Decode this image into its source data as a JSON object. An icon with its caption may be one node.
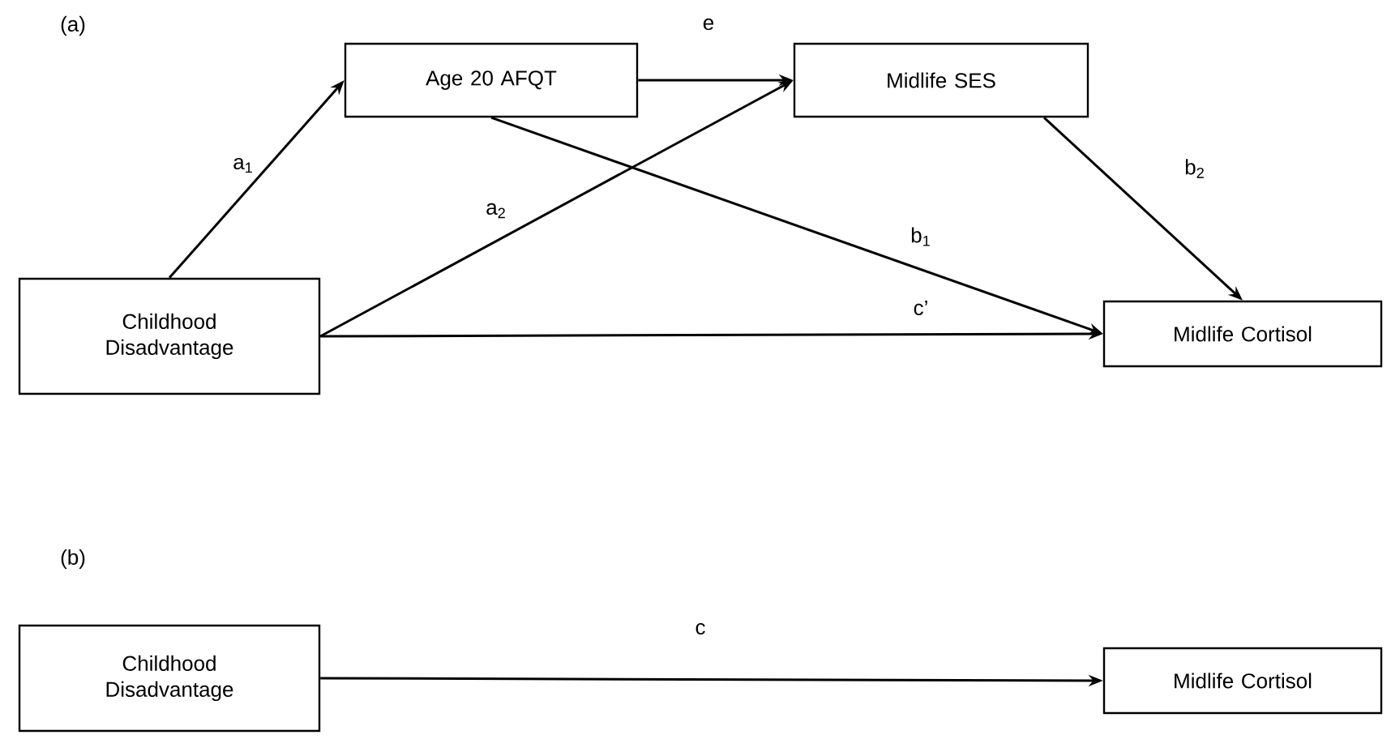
{
  "diagram": {
    "nodes": [
      {
        "text": [
          "Childhood Disadvantage"
        ]
      },
      {
        "text": [
          "Age 20 AFQT"
        ]
      },
      {
        "text": [
          "Midlife SES"
        ]
      },
      {
        "text": [
          "Midlife Cortisol"
        ]
      },
      {
        "text": [
          "Childhood Disadvantage"
        ]
      },
      {
        "text": [
          "Midlife Cortisol"
        ]
      }
    ],
    "edges": [
      {
        "from": 0,
        "to": 1,
        "arrow": "to",
        "label": "a$_{1}$"
      },
      {
        "from": 0,
        "to": 2,
        "arrow": "to",
        "label": "a$_{2}$"
      },
      {
        "from": 0,
        "to": 3,
        "arrow": "to",
        "label": "c’"
      },
      {
        "from": 1,
        "to": 2,
        "arrow": "to",
        "label": "e"
      },
      {
        "from": 1,
        "to": 3,
        "arrow": "to",
        "label": "b$_{1}$"
      },
      {
        "from": 2,
        "to": 3,
        "arrow": "to",
        "label": "b$_{2}$"
      },
      {
        "from": 4,
        "to": 5,
        "arrow": "to",
        "label": "c"
      }
    ],
    "labels": [
      "(a)",
      "(b)"
    ]
  }
}
